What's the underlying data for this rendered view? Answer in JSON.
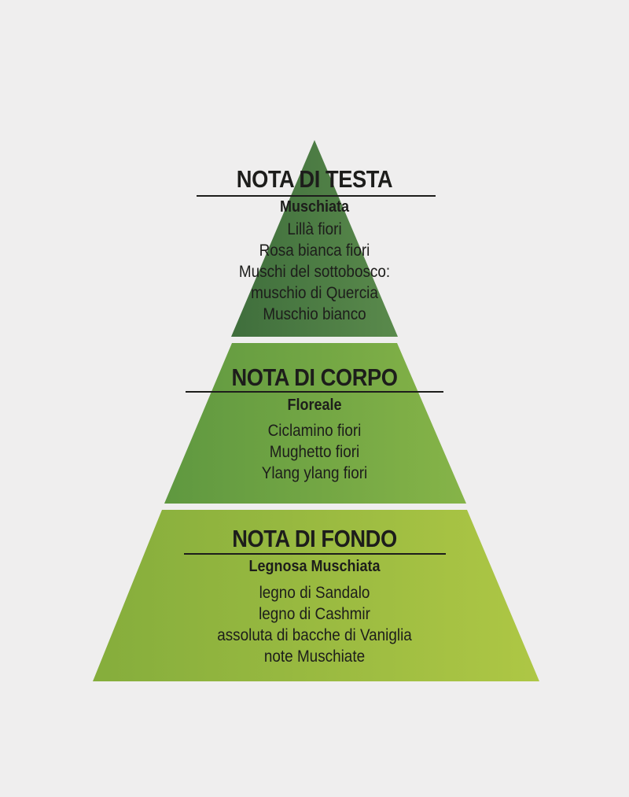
{
  "colors": {
    "background": "#efeeee",
    "top_tier": "#4f8147",
    "middle_tier": "#73a645",
    "bottom_tier": "#9dba41",
    "text": "#1d1d1b"
  },
  "tiers": [
    {
      "title": "NOTA DI TESTA",
      "subtitle": "Muschiata",
      "items": [
        "Lillà fiori",
        "Rosa bianca fiori",
        "Muschi del sottobosco:",
        "muschio di Quercia",
        "Muschio bianco"
      ]
    },
    {
      "title": "NOTA DI CORPO",
      "subtitle": "Floreale",
      "items": [
        "Ciclamino fiori",
        "Mughetto fiori",
        "Ylang ylang fiori"
      ]
    },
    {
      "title": "NOTA DI FONDO",
      "subtitle": "Legnosa Muschiata",
      "items": [
        "legno di Sandalo",
        "legno di Cashmir",
        "assoluta di bacche di Vaniglia",
        "note Muschiate"
      ]
    }
  ]
}
